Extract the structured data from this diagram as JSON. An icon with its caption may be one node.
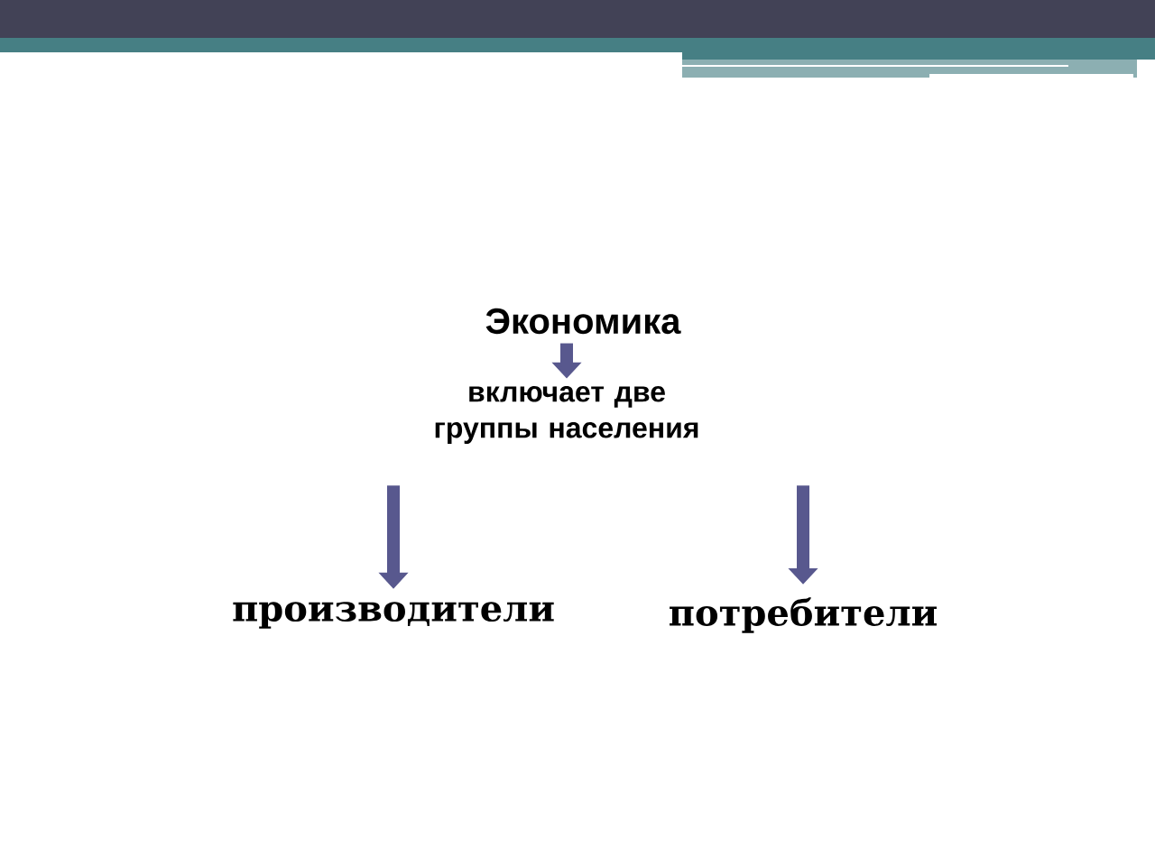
{
  "diagram": {
    "nodes": [
      {
        "text": [
          "Экономика"
        ]
      },
      {
        "text": [
          "включает две группы населения"
        ]
      },
      {
        "text": [
          "производители"
        ]
      },
      {
        "text": [
          "потребители"
        ]
      }
    ],
    "edges": [
      {
        "from": 0,
        "to": 1,
        "arrow": "to"
      },
      {
        "from": 1,
        "to": 2,
        "arrow": "to"
      },
      {
        "from": 1,
        "to": 3,
        "arrow": "to"
      }
    ]
  }
}
